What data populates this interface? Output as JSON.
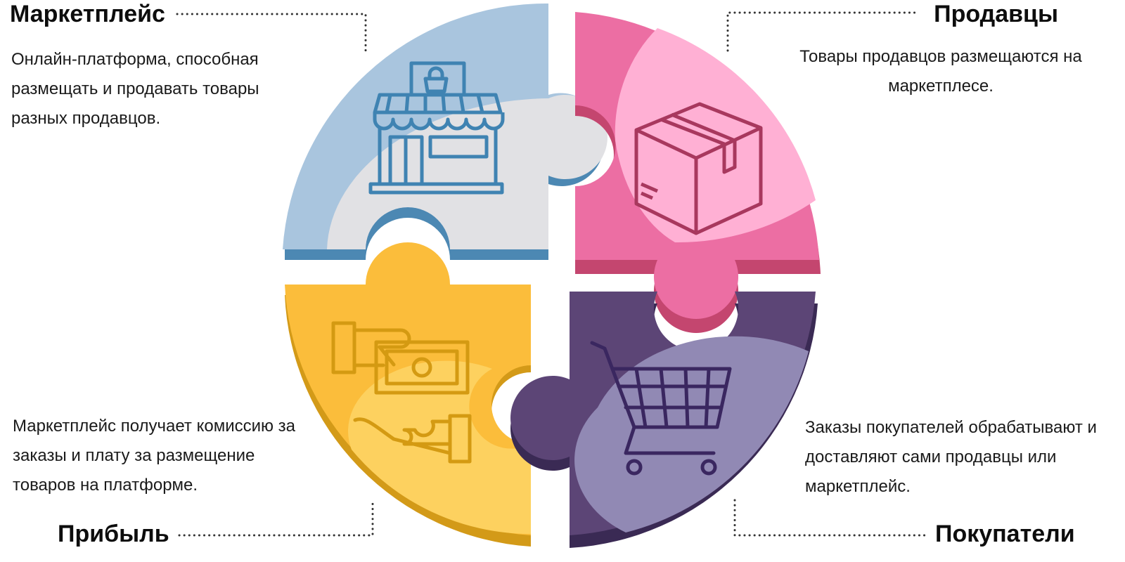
{
  "quadrants": {
    "marketplace": {
      "title": "Маркетплейс",
      "description": "Онлайн-платформа, способная размещать и продавать товары разных продавцов.",
      "icon": "storefront-icon",
      "color": "#a9c5de",
      "accent": "#4c88b3"
    },
    "sellers": {
      "title": "Продавцы",
      "description": "Товары продавцов размещаются на маркетплесе.",
      "icon": "box-icon",
      "color": "#ec6ea3",
      "accent": "#c4466f"
    },
    "profit": {
      "title": "Прибыль",
      "description": "Маркетплейс получает комиссию за заказы и плату за размещение товаров на платформе.",
      "icon": "money-handover-icon",
      "color": "#fbbd3b",
      "accent": "#d39a18"
    },
    "buyers": {
      "title": "Покупатели",
      "description": "Заказы покупателей обрабатывают и доставляют сами продавцы или маркетплейс.",
      "icon": "shopping-cart-icon",
      "color": "#5c4576",
      "accent": "#3a2a54"
    }
  }
}
